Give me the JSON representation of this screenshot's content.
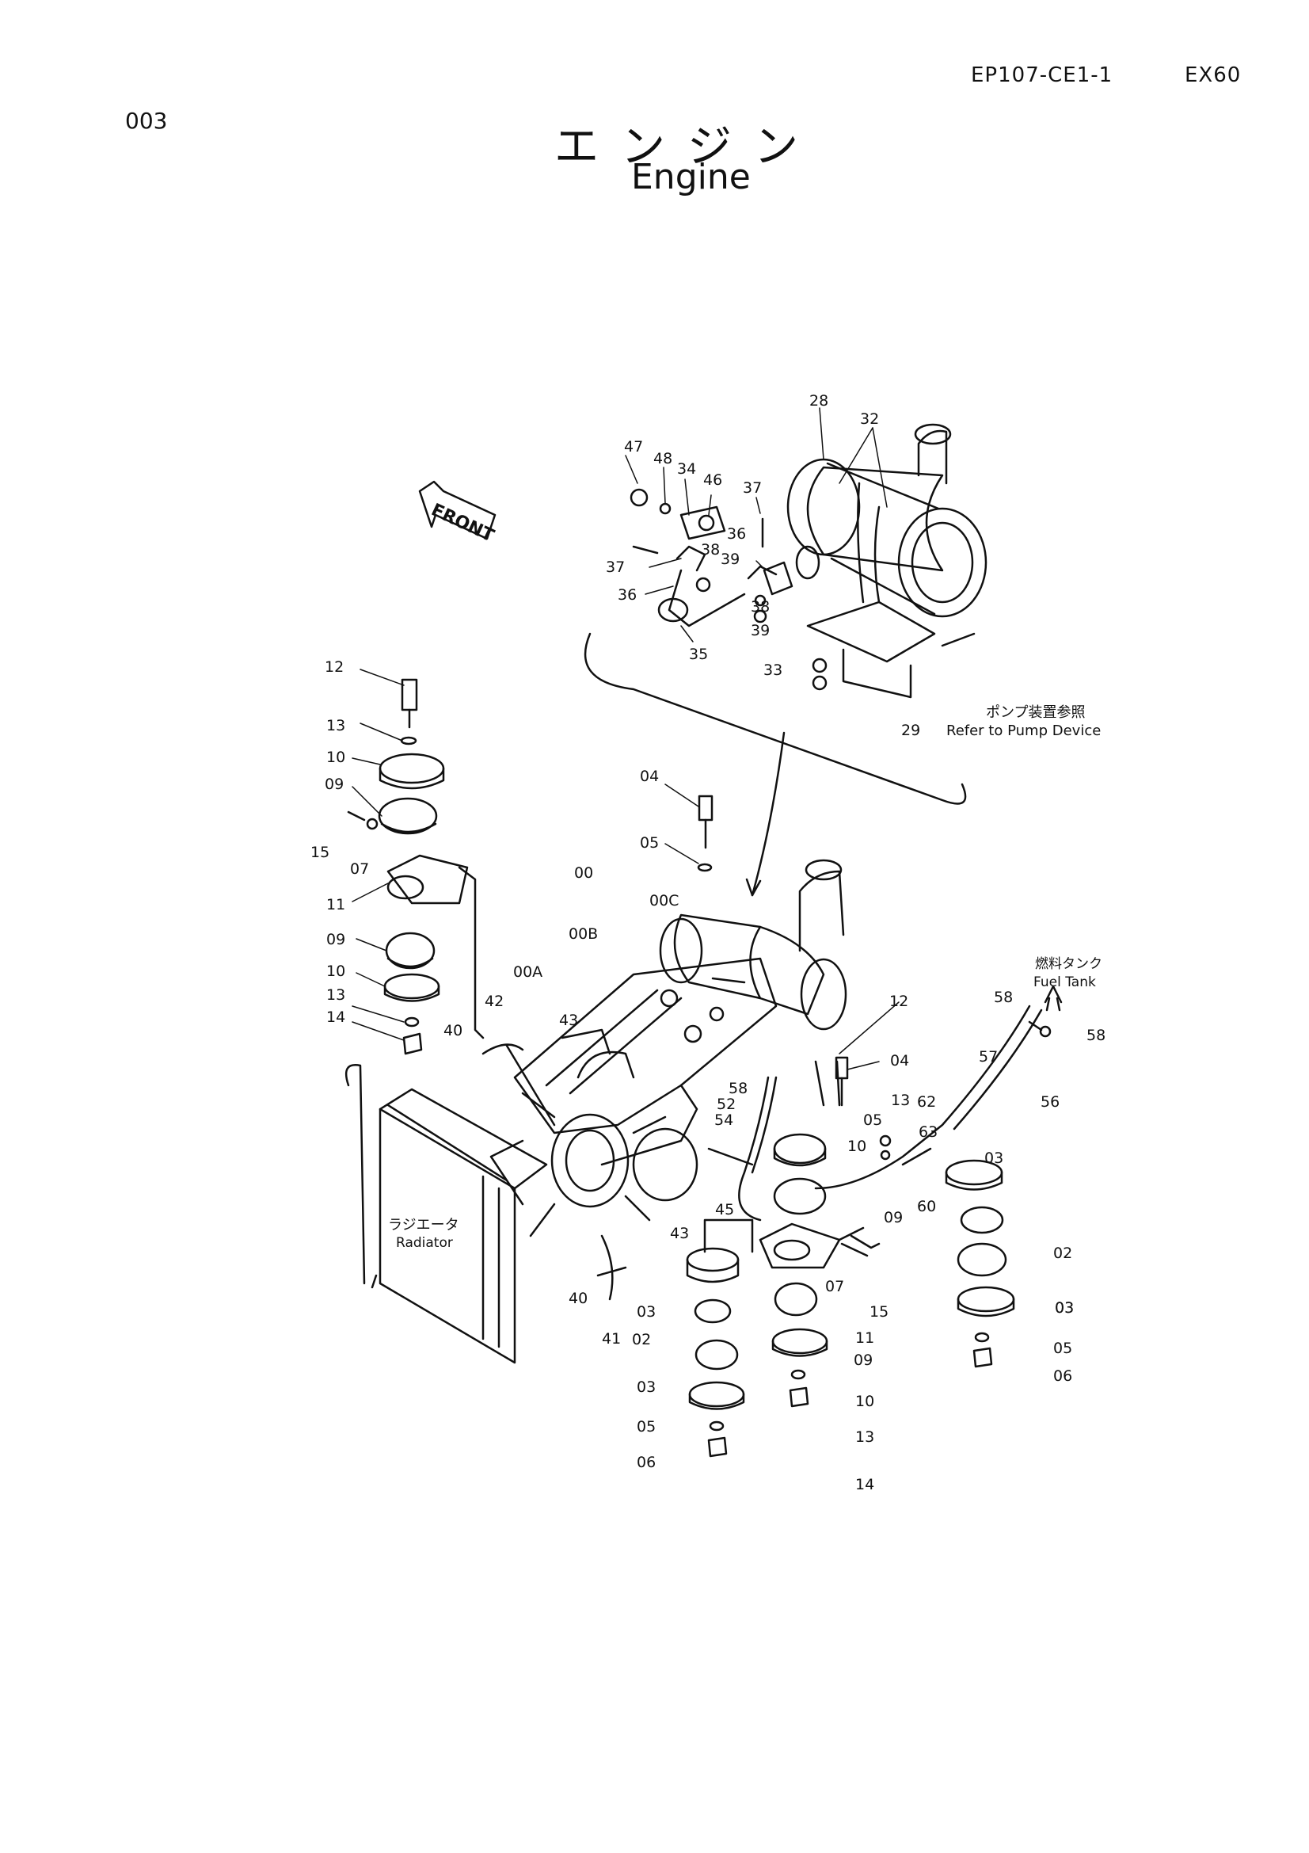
{
  "header": {
    "page_number": "003",
    "doc_code": "EP107-CE1-1",
    "model": "EX60",
    "title_jp": "エンジン",
    "title_en": "Engine"
  },
  "annotations": {
    "front": "FRONT",
    "pump_ref_jp": "ポンプ装置参照",
    "pump_ref_en": "Refer to Pump Device",
    "fuel_tank_jp": "燃料タンク",
    "fuel_tank_en": "Fuel Tank",
    "radiator_jp": "ラジエータ",
    "radiator_en": "Radiator"
  },
  "part_labels": [
    "28",
    "32",
    "47",
    "48",
    "34",
    "46",
    "37",
    "36",
    "37",
    "38",
    "39",
    "36",
    "38",
    "39",
    "35",
    "33",
    "29",
    "12",
    "13",
    "10",
    "09",
    "15",
    "07",
    "11",
    "09",
    "10",
    "13",
    "14",
    "04",
    "05",
    "00",
    "00C",
    "00B",
    "00A",
    "43",
    "42",
    "40",
    "12",
    "58",
    "58",
    "57",
    "56",
    "04",
    "13",
    "62",
    "05",
    "63",
    "10",
    "58",
    "52",
    "54",
    "03",
    "45",
    "09",
    "60",
    "03",
    "02",
    "03",
    "05",
    "06",
    "43",
    "07",
    "15",
    "11",
    "09",
    "10",
    "13",
    "14",
    "03",
    "02",
    "03",
    "05",
    "06",
    "40",
    "41"
  ]
}
